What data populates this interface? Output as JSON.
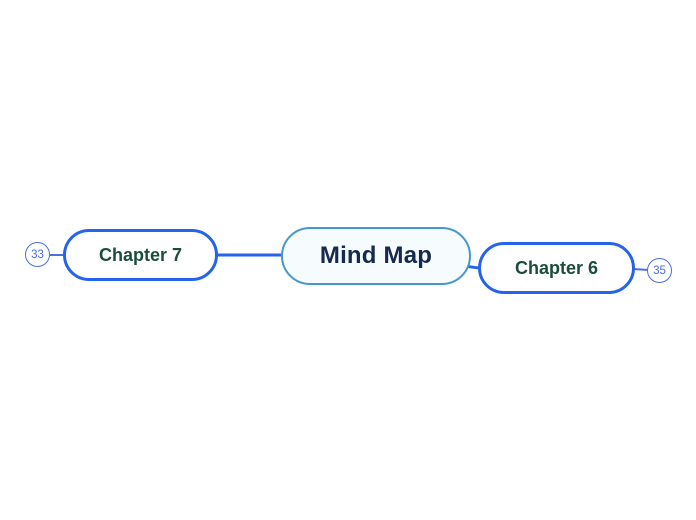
{
  "mindmap": {
    "root": {
      "label": "Mind Map"
    },
    "branches": [
      {
        "label": "Chapter 7",
        "badge": "33",
        "side": "left"
      },
      {
        "label": "Chapter 6",
        "badge": "35",
        "side": "right"
      }
    ]
  },
  "colors": {
    "canvas_bg": "#ffffff",
    "root_border": "#4498c9",
    "root_fill": "#f6fbfd",
    "root_text": "#16294e",
    "branch_border": "#2563eb",
    "branch_text": "#1b4d3b",
    "node_fill": "#ffffff",
    "badge": "#4a6ee0"
  }
}
